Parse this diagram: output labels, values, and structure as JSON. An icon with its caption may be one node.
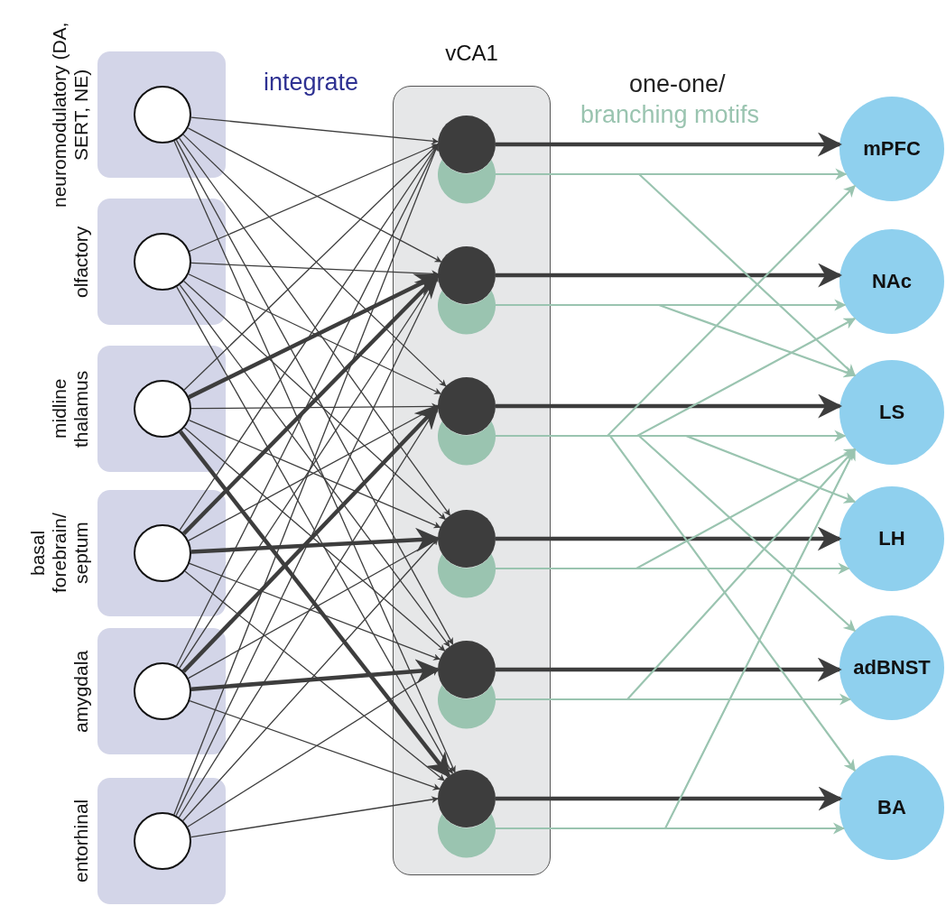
{
  "diagram": {
    "nodes": [
      {
        "text": [
          "neuromodulatory (DA, SERT, NE)"
        ]
      },
      {
        "text": [],
        "shape": "circle",
        "in": 0
      },
      {
        "text": [
          "olfactory"
        ]
      },
      {
        "text": [],
        "shape": "circle",
        "in": 2
      },
      {
        "text": [
          "midline thalamus"
        ]
      },
      {
        "text": [],
        "shape": "circle",
        "in": 4
      },
      {
        "text": [
          "basal forebrain/ septum"
        ]
      },
      {
        "text": [],
        "shape": "circle",
        "in": 6
      },
      {
        "text": [
          "amygdala"
        ]
      },
      {
        "text": [],
        "shape": "circle",
        "in": 8
      },
      {
        "text": [
          "entorhinal"
        ]
      },
      {
        "text": [],
        "shape": "circle",
        "in": 10
      },
      {
        "text": [
          "vCA1"
        ]
      },
      {
        "text": [],
        "shape": "circle",
        "in": 12
      },
      {
        "text": [],
        "shape": "circle",
        "in": 12
      },
      {
        "text": [],
        "shape": "circle",
        "in": 12
      },
      {
        "text": [],
        "shape": "circle",
        "in": 12
      },
      {
        "text": [],
        "shape": "circle",
        "in": 12
      },
      {
        "text": [],
        "shape": "circle",
        "in": 12
      },
      {
        "text": [],
        "shape": "circle",
        "in": 12
      },
      {
        "text": [],
        "shape": "circle",
        "in": 12
      },
      {
        "text": [],
        "shape": "circle",
        "in": 12
      },
      {
        "text": [],
        "shape": "circle",
        "in": 12
      },
      {
        "text": [],
        "shape": "circle",
        "in": 12
      },
      {
        "text": [],
        "shape": "circle",
        "in": 12
      },
      {
        "text": [
          "mPFC"
        ]
      },
      {
        "text": [
          "NAc"
        ]
      },
      {
        "text": [
          "LS"
        ]
      },
      {
        "text": [
          "LH"
        ]
      },
      {
        "text": [
          "adBNST"
        ]
      },
      {
        "text": [
          "BA"
        ]
      }
    ],
    "edges": [
      {
        "from": 1,
        "to": 13,
        "arrow": "to"
      },
      {
        "from": 1,
        "to": 15,
        "arrow": "to"
      },
      {
        "from": 1,
        "to": 17,
        "arrow": "to"
      },
      {
        "from": 1,
        "to": 19,
        "arrow": "to"
      },
      {
        "from": 1,
        "to": 21,
        "arrow": "to"
      },
      {
        "from": 1,
        "to": 23,
        "arrow": "to"
      },
      {
        "from": 3,
        "to": 13,
        "arrow": "to"
      },
      {
        "from": 3,
        "to": 15,
        "arrow": "to"
      },
      {
        "from": 3,
        "to": 17,
        "arrow": "to"
      },
      {
        "from": 3,
        "to": 19,
        "arrow": "to"
      },
      {
        "from": 3,
        "to": 21,
        "arrow": "to"
      },
      {
        "from": 3,
        "to": 23,
        "arrow": "to"
      },
      {
        "from": 5,
        "to": 13,
        "arrow": "to"
      },
      {
        "from": 5,
        "to": 15,
        "arrow": "to",
        "style": "thick"
      },
      {
        "from": 5,
        "to": 17,
        "arrow": "to"
      },
      {
        "from": 5,
        "to": 19,
        "arrow": "to"
      },
      {
        "from": 5,
        "to": 21,
        "arrow": "to"
      },
      {
        "from": 5,
        "to": 23,
        "arrow": "to",
        "style": "thick"
      },
      {
        "from": 7,
        "to": 13,
        "arrow": "to"
      },
      {
        "from": 7,
        "to": 15,
        "arrow": "to",
        "style": "thick"
      },
      {
        "from": 7,
        "to": 17,
        "arrow": "to"
      },
      {
        "from": 7,
        "to": 19,
        "arrow": "to",
        "style": "thick"
      },
      {
        "from": 7,
        "to": 21,
        "arrow": "to"
      },
      {
        "from": 7,
        "to": 23,
        "arrow": "to"
      },
      {
        "from": 9,
        "to": 13,
        "arrow": "to"
      },
      {
        "from": 9,
        "to": 15,
        "arrow": "to"
      },
      {
        "from": 9,
        "to": 17,
        "arrow": "to",
        "style": "thick"
      },
      {
        "from": 9,
        "to": 19,
        "arrow": "to"
      },
      {
        "from": 9,
        "to": 21,
        "arrow": "to",
        "style": "thick"
      },
      {
        "from": 9,
        "to": 23,
        "arrow": "to"
      },
      {
        "from": 11,
        "to": 13,
        "arrow": "to"
      },
      {
        "from": 11,
        "to": 15,
        "arrow": "to"
      },
      {
        "from": 11,
        "to": 17,
        "arrow": "to"
      },
      {
        "from": 11,
        "to": 19,
        "arrow": "to"
      },
      {
        "from": 11,
        "to": 21,
        "arrow": "to"
      },
      {
        "from": 11,
        "to": 23,
        "arrow": "to"
      },
      {
        "from": 13,
        "to": 25,
        "arrow": "to",
        "style": "thick"
      },
      {
        "from": 15,
        "to": 26,
        "arrow": "to",
        "style": "thick"
      },
      {
        "from": 17,
        "to": 27,
        "arrow": "to",
        "style": "thick"
      },
      {
        "from": 19,
        "to": 28,
        "arrow": "to",
        "style": "thick"
      },
      {
        "from": 21,
        "to": 29,
        "arrow": "to",
        "style": "thick"
      },
      {
        "from": 23,
        "to": 30,
        "arrow": "to",
        "style": "thick"
      },
      {
        "from": 14,
        "to": 25,
        "arrow": "to",
        "color": "#9ac4b0"
      },
      {
        "from": 14,
        "to": 27,
        "arrow": "to",
        "color": "#9ac4b0"
      },
      {
        "from": 16,
        "to": 26,
        "arrow": "to",
        "color": "#9ac4b0"
      },
      {
        "from": 16,
        "to": 27,
        "arrow": "to",
        "color": "#9ac4b0"
      },
      {
        "from": 18,
        "to": 27,
        "arrow": "to",
        "color": "#9ac4b0"
      },
      {
        "from": 18,
        "to": 25,
        "arrow": "to",
        "color": "#9ac4b0"
      },
      {
        "from": 18,
        "to": 26,
        "arrow": "to",
        "color": "#9ac4b0"
      },
      {
        "from": 18,
        "to": 28,
        "arrow": "to",
        "color": "#9ac4b0"
      },
      {
        "from": 18,
        "to": 29,
        "arrow": "to",
        "color": "#9ac4b0"
      },
      {
        "from": 18,
        "to": 30,
        "arrow": "to",
        "color": "#9ac4b0"
      },
      {
        "from": 20,
        "to": 28,
        "arrow": "to",
        "color": "#9ac4b0"
      },
      {
        "from": 20,
        "to": 27,
        "arrow": "to",
        "color": "#9ac4b0"
      },
      {
        "from": 22,
        "to": 29,
        "arrow": "to",
        "color": "#9ac4b0"
      },
      {
        "from": 22,
        "to": 27,
        "arrow": "to",
        "color": "#9ac4b0"
      },
      {
        "from": 24,
        "to": 30,
        "arrow": "to",
        "color": "#9ac4b0"
      },
      {
        "from": 24,
        "to": 27,
        "arrow": "to",
        "color": "#9ac4b0"
      }
    ],
    "labels": [
      "integrate",
      "one-one/",
      "branching motifs"
    ]
  }
}
